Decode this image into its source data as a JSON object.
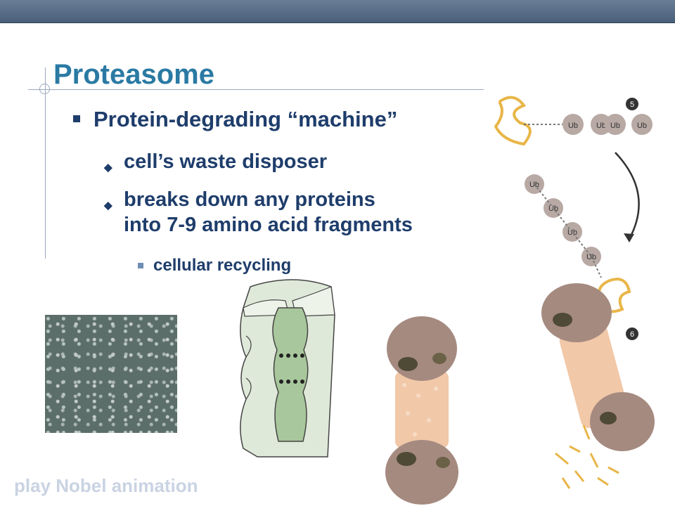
{
  "slide": {
    "title": "Proteasome",
    "bullet1": "Protein-degrading “machine”",
    "sub_bullets": [
      "cell’s waste disposer",
      "breaks down any proteins into 7-9 amino acid fragments"
    ],
    "sub_bullet2_lines": [
      "breaks down any proteins",
      "into 7-9 amino acid fragments"
    ],
    "sub_sub_bullet": "cellular recycling",
    "footer_link": "play Nobel animation"
  },
  "figure": {
    "ub_label": "Ub",
    "step5": "5",
    "step6": "6"
  },
  "colors": {
    "title": "#2a7aa3",
    "text": "#1e3d6b",
    "topbar": "#4a5f7a"
  }
}
